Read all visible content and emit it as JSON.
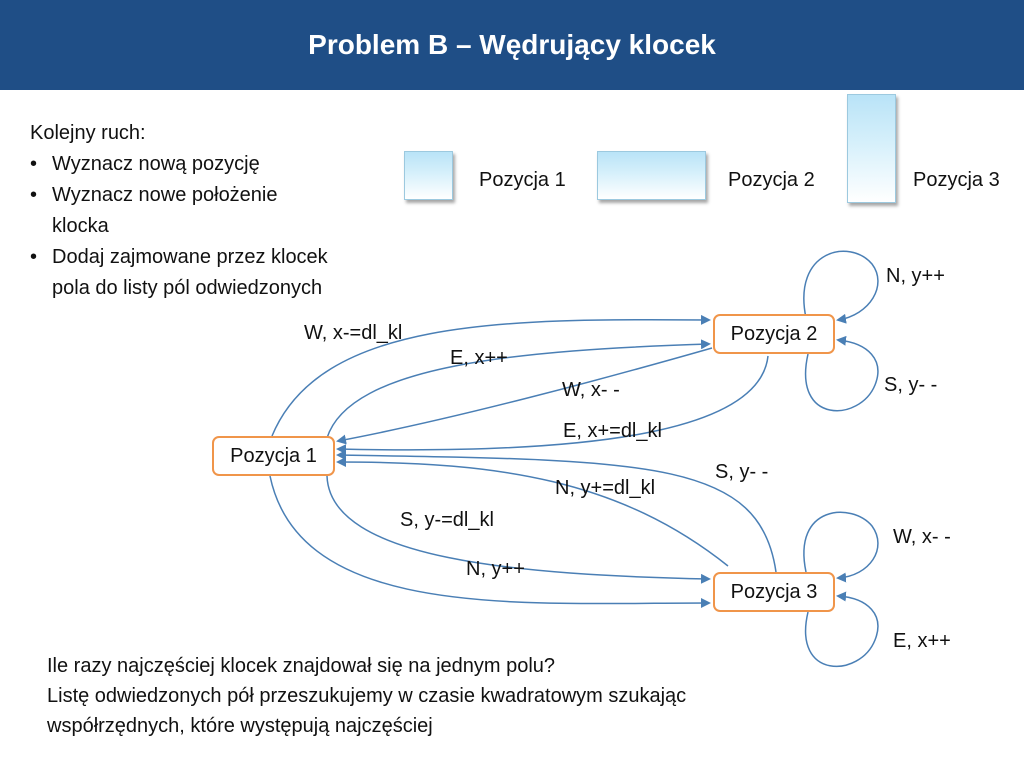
{
  "header": {
    "title": "Problem B – Wędrujący klocek"
  },
  "steps": {
    "intro": "Kolejny ruch:",
    "items": [
      "Wyznacz nową pozycję",
      "Wyznacz nowe położenie klocka",
      "Dodaj zajmowane przez klocek pola do listy pól odwiedzonych"
    ]
  },
  "legend": {
    "pos1": "Pozycja 1",
    "pos2": "Pozycja 2",
    "pos3": "Pozycja 3"
  },
  "nodes": {
    "p1": "Pozycja 1",
    "p2": "Pozycja 2",
    "p3": "Pozycja 3"
  },
  "edges": {
    "p1_to_p2_w": "W, x-=dl_kl",
    "p1_to_p2_e": "E, x++",
    "p2_to_p1_w": "W, x- -",
    "p2_to_p1_e": "E, x+=dl_kl",
    "p2_loop_n": "N, y++",
    "p2_loop_s": "S, y- -",
    "p3_to_p1_s": "S, y- -",
    "p3_to_p1_n": "N, y+=dl_kl",
    "p1_to_p3_s": "S, y-=dl_kl",
    "p1_to_p3_n": "N, y++",
    "p3_loop_w": "W, x- -",
    "p3_loop_e": "E, x++"
  },
  "colors": {
    "header": "#1f4e86",
    "node_border": "#f0954a",
    "arrow": "#4a7fb5"
  },
  "question": {
    "line1": "Ile razy najczęściej klocek znajdował się na jednym polu?",
    "line2": "Listę odwiedzonych pół przeszukujemy w czasie kwadratowym szukając współrzędnych, które występują najczęściej"
  }
}
